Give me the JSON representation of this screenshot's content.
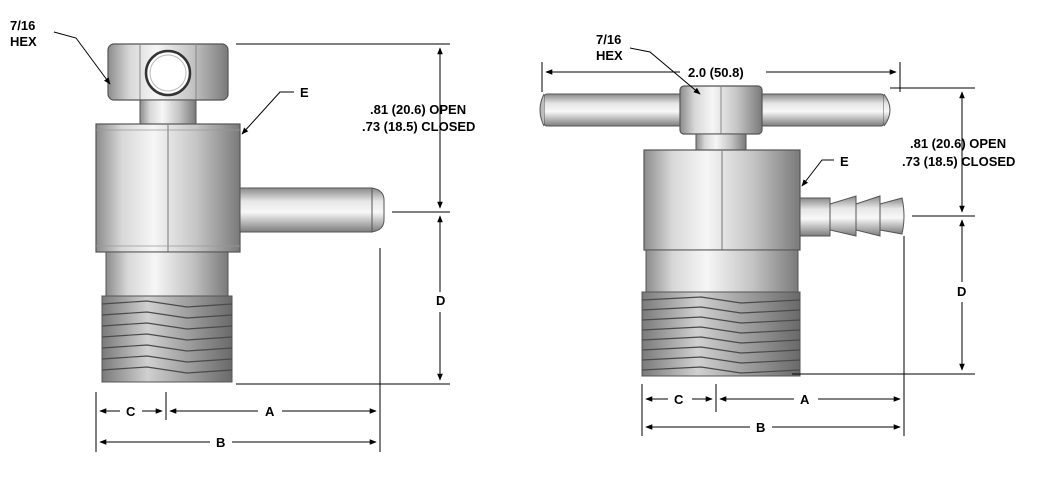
{
  "left_valve": {
    "hex_label": [
      "7/16",
      "HEX"
    ],
    "e_label": "E",
    "open_closed": [
      ".81 (20.6) OPEN",
      ".73 (18.5) CLOSED"
    ],
    "dim_d": "D",
    "dim_c": "C",
    "dim_a": "A",
    "dim_b": "B"
  },
  "right_valve": {
    "hex_label": [
      "7/16",
      "HEX"
    ],
    "width_label": "2.0 (50.8)",
    "e_label": "E",
    "open_closed": [
      ".81 (20.6) OPEN",
      ".73 (18.5) CLOSED"
    ],
    "dim_d": "D",
    "dim_c": "C",
    "dim_a": "A",
    "dim_b": "B"
  }
}
